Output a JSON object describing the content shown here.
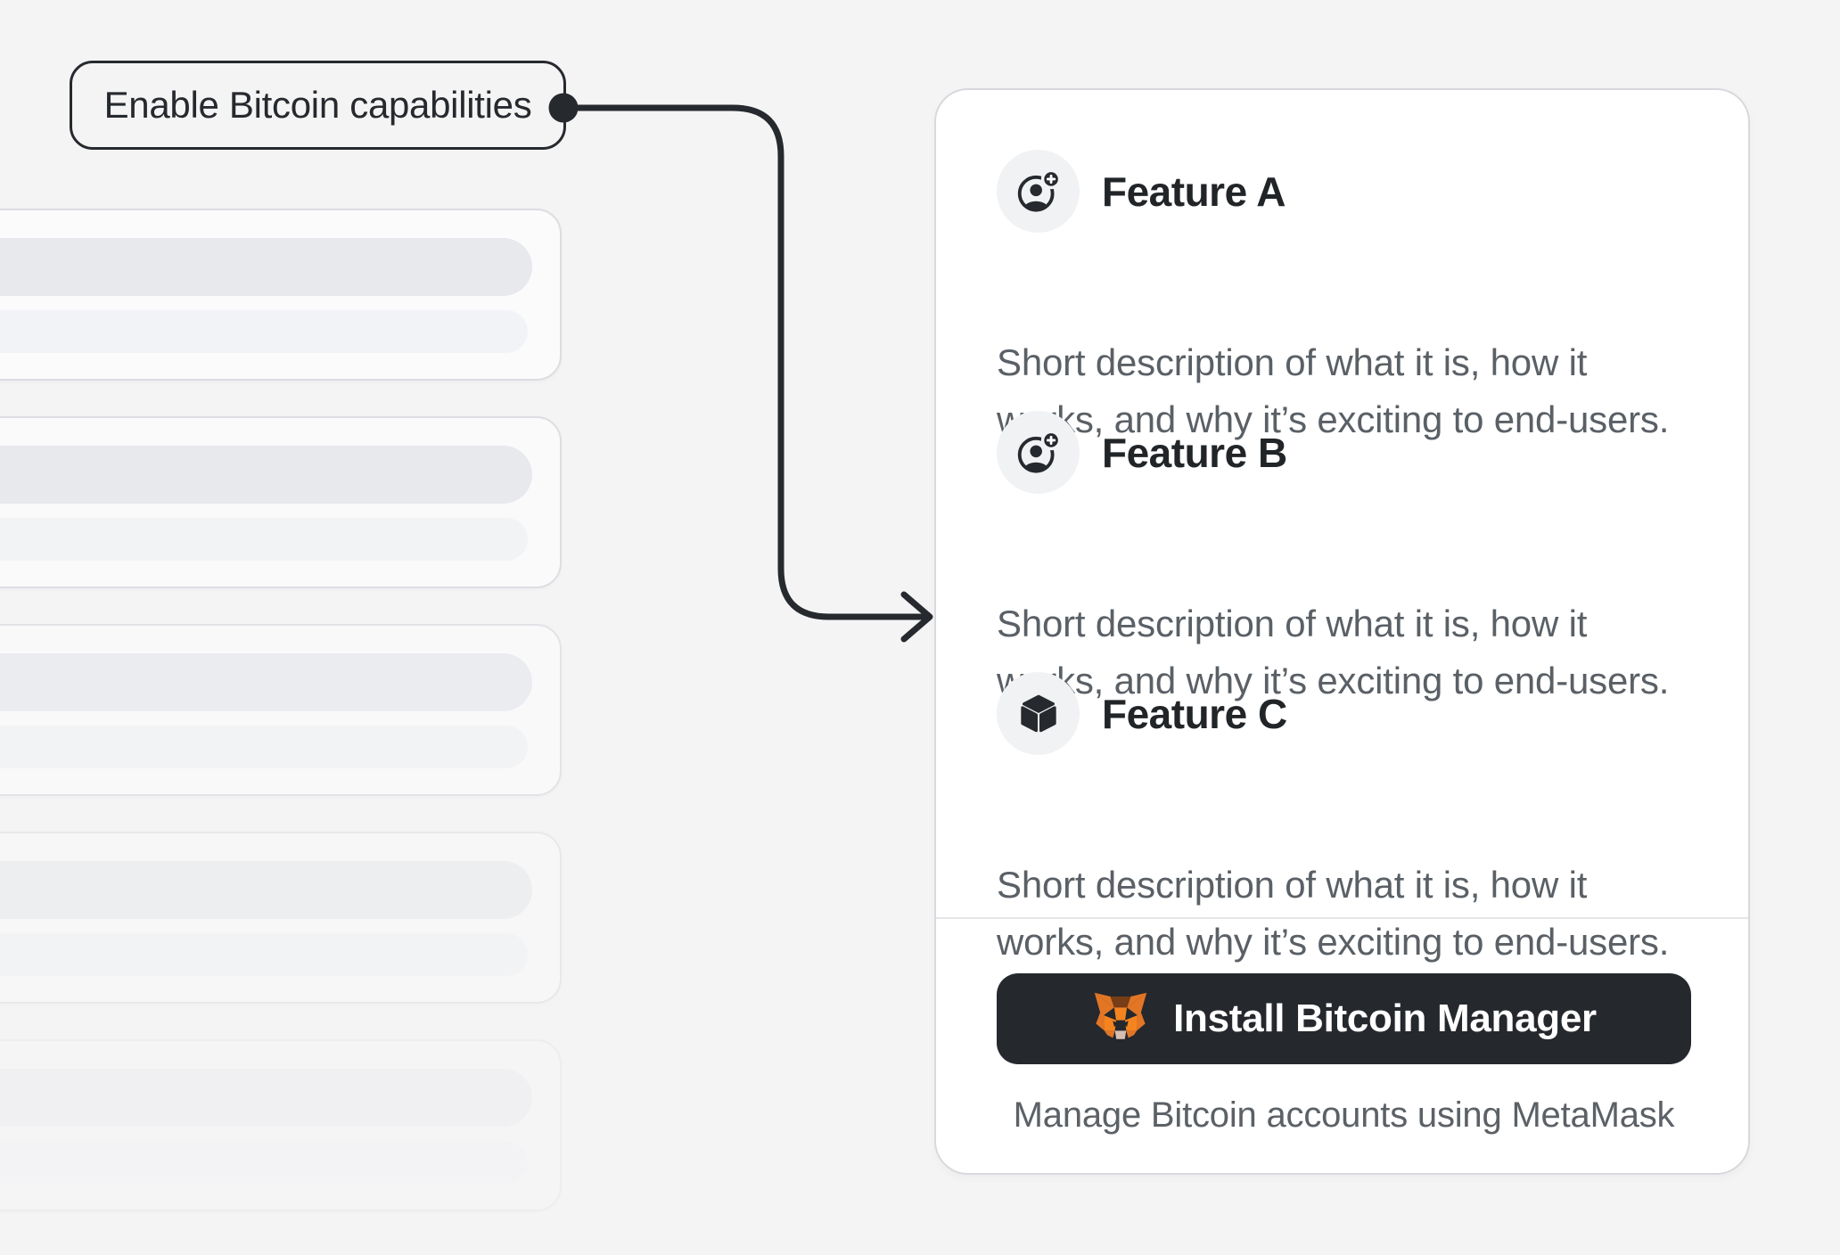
{
  "callout": {
    "label": "Enable Bitcoin capabilities"
  },
  "panel": {
    "features": [
      {
        "icon": "account-plus-icon",
        "title": "Feature A",
        "description_line1": "Short description of what it is, how it",
        "description_line2": "works, and why it’s exciting to end-users."
      },
      {
        "icon": "account-plus-icon",
        "title": "Feature B",
        "description_line1": "Short description of what it is, how it",
        "description_line2": "works, and why it’s exciting to end-users."
      },
      {
        "icon": "cube-icon",
        "title": "Feature C",
        "description_line1": "Short description of what it is, how it",
        "description_line2": "works, and why it’s exciting to end-users."
      }
    ],
    "footer": {
      "button_icon": "metamask-fox-icon",
      "button_label": "Install Bitcoin Manager",
      "caption": "Manage Bitcoin accounts using MetaMask"
    }
  },
  "skeleton": {
    "card_count": 5
  },
  "colors": {
    "background": "#f4f4f5",
    "ink": "#26292d",
    "title_text": "#222528",
    "description_text": "#5a6066",
    "card_border": "#d7d9dd",
    "button_bg": "#25282d",
    "metamask_orange": "#f5841f"
  }
}
